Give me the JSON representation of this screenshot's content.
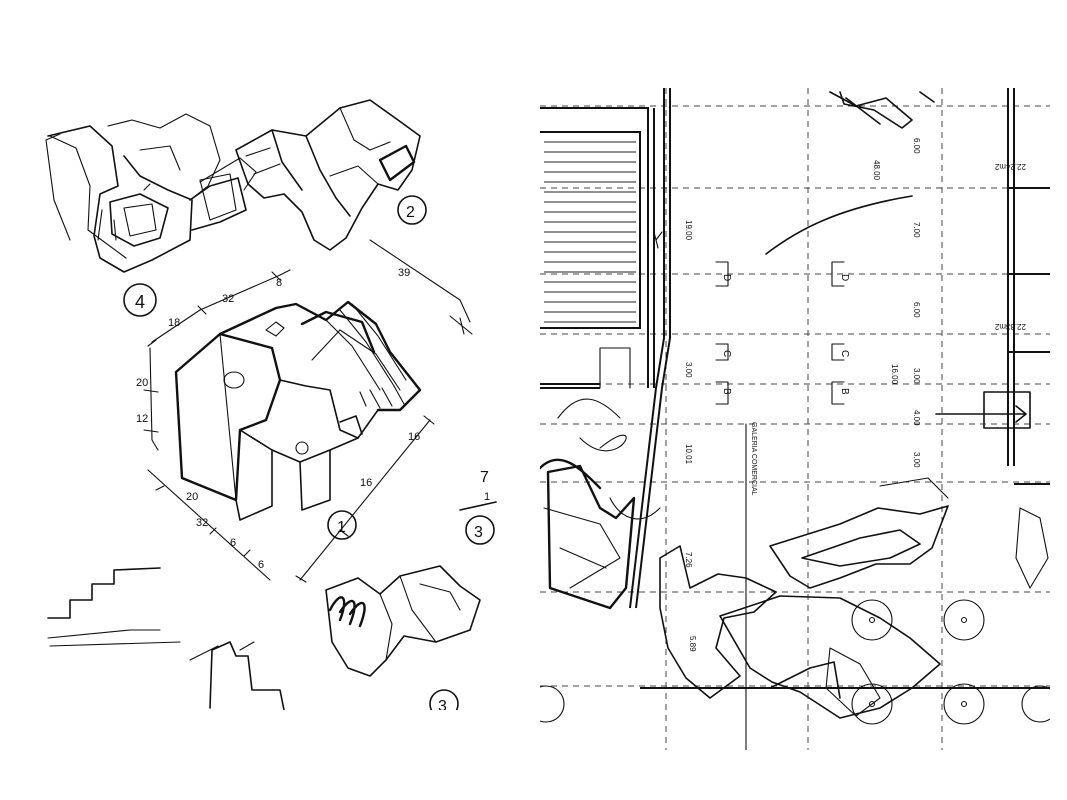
{
  "sketch": {
    "labels": {
      "one": "1",
      "two": "2",
      "three": "3",
      "three_b": "3",
      "four": "4",
      "seven": "7",
      "small_one": "1"
    },
    "dimensions": [
      "18",
      "32",
      "8",
      "20",
      "12",
      "20",
      "32",
      "6",
      "6",
      "16",
      "16",
      "39"
    ]
  },
  "plan": {
    "dimensions": {
      "d48": "48.00",
      "d6a": "6.00",
      "d7": "7.00",
      "d6b": "6.00",
      "d19": "19.00",
      "d3a": "3.00",
      "d16": "16.00",
      "d3b": "3.00",
      "d4": "4.00",
      "d3c": "3.00",
      "d10": "10.01",
      "d726": "7.26",
      "d589": "5.89"
    },
    "area_labels": [
      "22.24m2",
      "22.33m2"
    ],
    "section_markers": [
      "D",
      "D",
      "C",
      "C",
      "B",
      "B"
    ],
    "corridor_label": "GALERIA COMERCIAL"
  }
}
